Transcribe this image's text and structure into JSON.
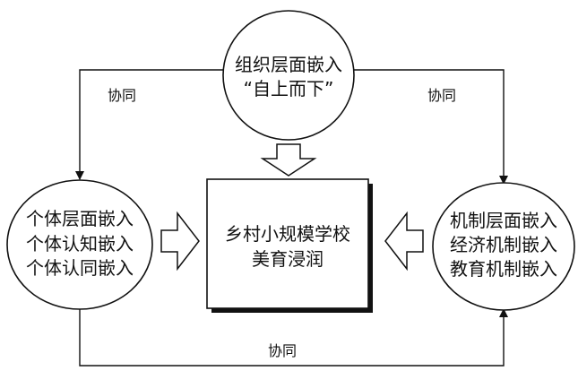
{
  "diagram": {
    "top_node": {
      "line1": "组织层面嵌入",
      "line2": "“自上而下”"
    },
    "left_node": {
      "line1": "个体层面嵌入",
      "line2": "个体认知嵌入",
      "line3": "个体认同嵌入"
    },
    "right_node": {
      "line1": "机制层面嵌入",
      "line2": "经济机制嵌入",
      "line3": "教育机制嵌入"
    },
    "center_box": {
      "line1": "乡村小规模学校",
      "line2": "美育浸润"
    },
    "edge_labels": {
      "top_left": "协同",
      "top_right": "协同",
      "bottom": "协同"
    },
    "colors": {
      "stroke": "#111111",
      "background": "#ffffff"
    }
  }
}
